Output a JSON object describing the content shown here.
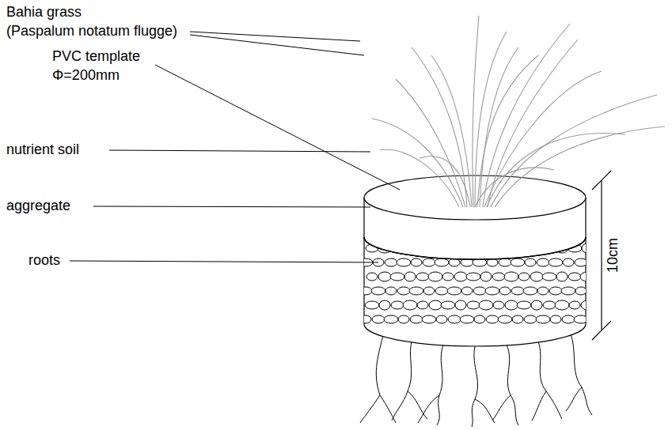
{
  "diagram": {
    "labels": [
      "Bahia grass",
      "(Paspalum notatum flugge)",
      "PVC template",
      "Φ=200mm",
      "nutrient soil",
      "aggregate",
      "roots",
      "10cm"
    ]
  }
}
